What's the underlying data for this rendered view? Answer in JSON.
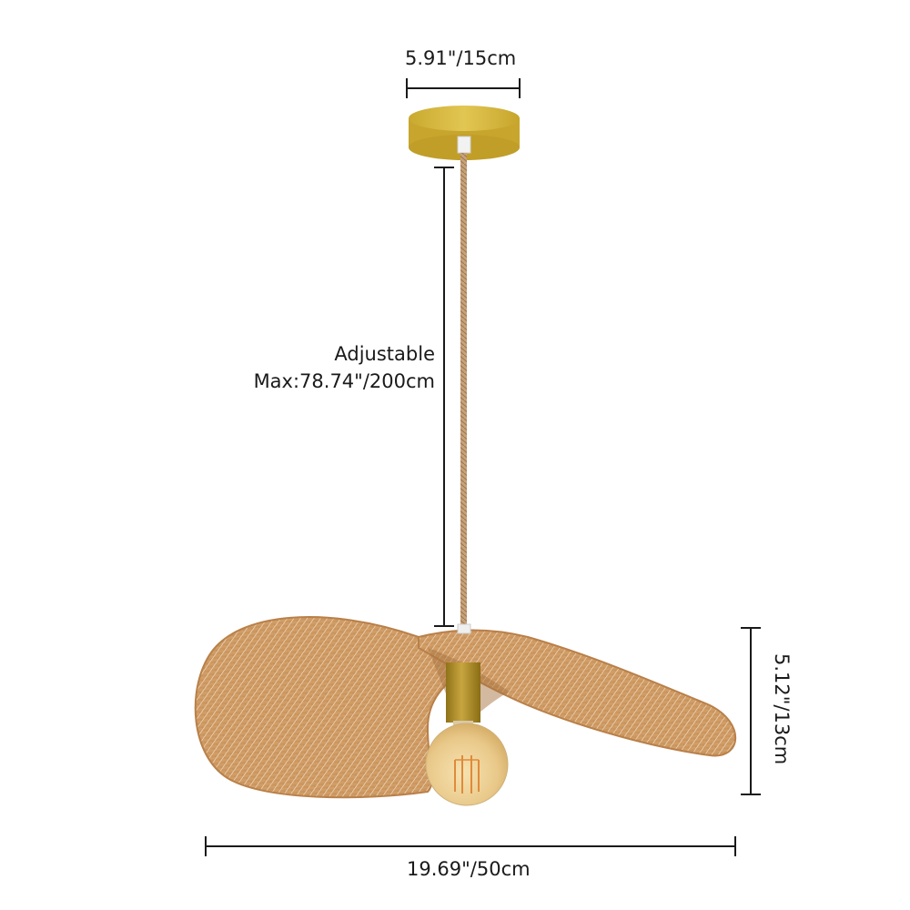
{
  "dimensions": {
    "canopy_width": "5.91\"/15cm",
    "cord_length_line1": "Adjustable",
    "cord_length_line2": "Max:78.74\"/200cm",
    "shade_height": "5.12\"/13cm",
    "shade_width": "19.69\"/50cm"
  },
  "colors": {
    "background": "#ffffff",
    "canopy_gold": "#d4b43a",
    "shade_rattan": "#c9955a",
    "cord": "#c8a27a",
    "socket_gold": "#b8952a",
    "bulb_amber": "#f0d49a",
    "dimension_line": "#1a1a1a"
  }
}
